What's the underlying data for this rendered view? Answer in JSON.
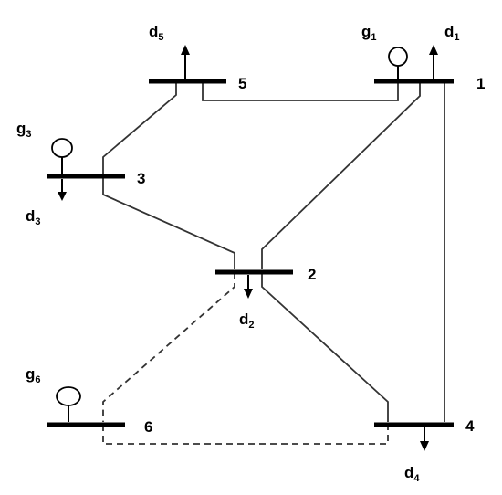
{
  "buses": [
    {
      "id": "1",
      "label": "1"
    },
    {
      "id": "2",
      "label": "2"
    },
    {
      "id": "3",
      "label": "3"
    },
    {
      "id": "4",
      "label": "4"
    },
    {
      "id": "5",
      "label": "5"
    },
    {
      "id": "6",
      "label": "6"
    }
  ],
  "generators": [
    {
      "bus": "1",
      "base": "g",
      "sub": "1"
    },
    {
      "bus": "3",
      "base": "g",
      "sub": "3"
    },
    {
      "bus": "6",
      "base": "g",
      "sub": "6"
    }
  ],
  "loads": [
    {
      "bus": "1",
      "base": "d",
      "sub": "1"
    },
    {
      "bus": "2",
      "base": "d",
      "sub": "2"
    },
    {
      "bus": "3",
      "base": "d",
      "sub": "3"
    },
    {
      "bus": "4",
      "base": "d",
      "sub": "4"
    },
    {
      "bus": "5",
      "base": "d",
      "sub": "5"
    }
  ],
  "lines": [
    {
      "from": "5",
      "to": "1",
      "style": "solid"
    },
    {
      "from": "5",
      "to": "3",
      "style": "solid"
    },
    {
      "from": "3",
      "to": "2",
      "style": "solid"
    },
    {
      "from": "1",
      "to": "2",
      "style": "solid"
    },
    {
      "from": "1",
      "to": "4",
      "style": "solid"
    },
    {
      "from": "2",
      "to": "4",
      "style": "solid"
    },
    {
      "from": "2",
      "to": "6",
      "style": "dashed"
    },
    {
      "from": "6",
      "to": "4",
      "style": "dashed"
    }
  ]
}
